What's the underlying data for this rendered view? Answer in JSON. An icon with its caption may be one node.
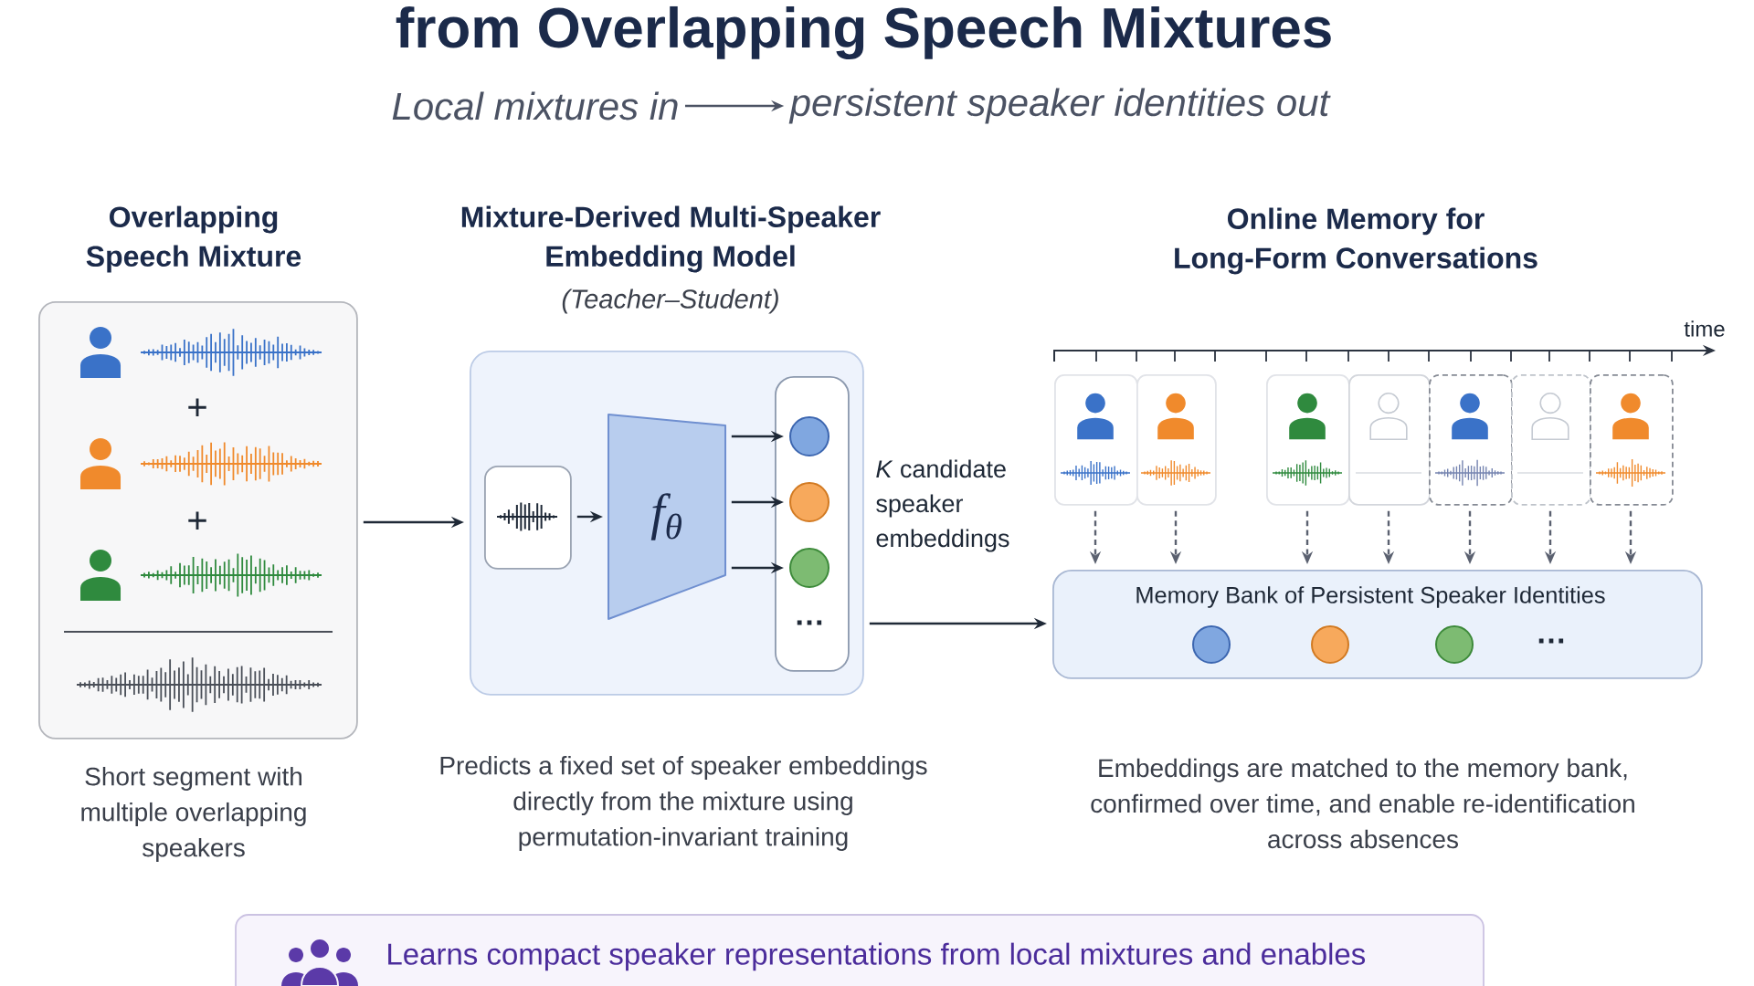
{
  "diagram": {
    "title": "from Overlapping Speech Mixtures",
    "nodes": [
      {
        "text": [
          "Local mixtures in"
        ]
      },
      {
        "text": [
          "persistent speaker identities out"
        ]
      },
      {
        "text": [
          "Overlapping Speech Mixture"
        ],
        "beside": [
          "Short segment with multiple overlapping speakers"
        ]
      },
      {
        "text": [
          "Mixture-Derived Multi-Speaker Embedding Model",
          "(Teacher–Student)"
        ],
        "beside": [
          "Predicts a fixed set of speaker embeddings directly from the mixture using permutation-invariant training"
        ]
      },
      {
        "text": [],
        "shape": "box",
        "in": 3
      },
      {
        "text": [
          "f$_{θ}$"
        ],
        "in": 3
      },
      {
        "text": [],
        "shape": "box",
        "in": 3,
        "beside": [
          "*K* candidate speaker embeddings"
        ]
      },
      {
        "text": [],
        "shape": "circle",
        "in": 6
      },
      {
        "text": [],
        "shape": "circle",
        "in": 6
      },
      {
        "text": [],
        "shape": "circle",
        "in": 6
      },
      {
        "text": [],
        "shape": "box"
      },
      {
        "text": [],
        "shape": "box"
      },
      {
        "text": [],
        "shape": "box"
      },
      {
        "text": [],
        "shape": "box"
      },
      {
        "text": [],
        "shape": "box"
      },
      {
        "text": [],
        "shape": "box"
      },
      {
        "text": [],
        "shape": "box"
      },
      {
        "text": [
          "Memory Bank of Persistent Speaker Identities"
        ]
      },
      {
        "text": [
          "Learns compact speaker representations from local mixtures and enables"
        ]
      }
    ],
    "edges": [
      {
        "from": 0,
        "to": 1,
        "arrow": "to",
        "color": "#4b5263"
      },
      {
        "from": 2,
        "to": 3,
        "arrow": "to"
      },
      {
        "from": 4,
        "to": 5,
        "arrow": "to"
      },
      {
        "from": 5,
        "to": 7,
        "arrow": "to"
      },
      {
        "from": 5,
        "to": 8,
        "arrow": "to"
      },
      {
        "from": 5,
        "to": 9,
        "arrow": "to"
      },
      {
        "from": 3,
        "to": 17,
        "arrow": "to"
      },
      {
        "from": 10,
        "to": 17,
        "arrow": "to",
        "style": "dashed",
        "color": "#5b6170"
      },
      {
        "from": 11,
        "to": 17,
        "arrow": "to",
        "style": "dashed",
        "color": "#5b6170"
      },
      {
        "from": 12,
        "to": 17,
        "arrow": "to",
        "style": "dashed",
        "color": "#5b6170"
      },
      {
        "from": 13,
        "to": 17,
        "arrow": "to",
        "style": "dashed",
        "color": "#5b6170"
      },
      {
        "from": 14,
        "to": 17,
        "arrow": "to",
        "style": "dashed",
        "color": "#5b6170"
      },
      {
        "from": 15,
        "to": 17,
        "arrow": "to",
        "style": "dashed",
        "color": "#5b6170"
      },
      {
        "from": 16,
        "to": 17,
        "arrow": "to",
        "style": "dashed",
        "color": "#5b6170"
      }
    ],
    "labels": [
      "+",
      "+",
      "…",
      "Online Memory for Long-Form Conversations",
      "time",
      "…",
      "Embeddings are matched to the memory bank, confirmed over time, and enable re-identification across absences"
    ]
  }
}
